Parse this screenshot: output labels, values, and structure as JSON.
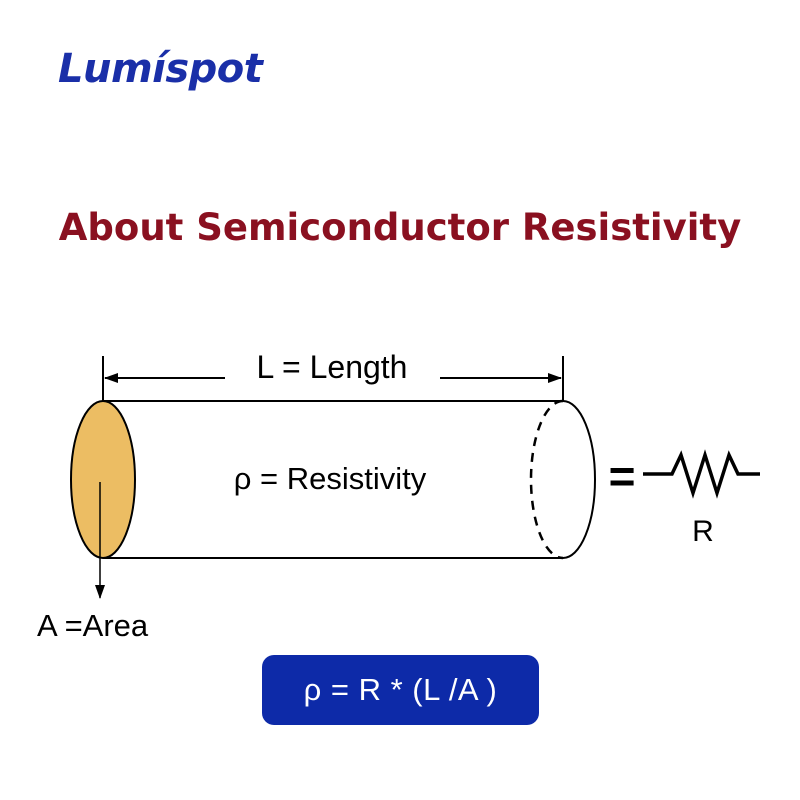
{
  "brand": {
    "logo_text": "Lumíspot",
    "color": "#1a2fa8"
  },
  "title": {
    "text": "About Semiconductor Resistivity",
    "color": "#8a1020"
  },
  "diagram": {
    "length_label": "L = Length",
    "resistivity_label": "ρ = Resistivity",
    "area_label": "A =Area",
    "equals_sign": "=",
    "resistor_label": "R",
    "end_face_color": "#ecbd63"
  },
  "formula": {
    "text": "ρ = R * (L /A )",
    "box_color": "#0d2aa8"
  }
}
